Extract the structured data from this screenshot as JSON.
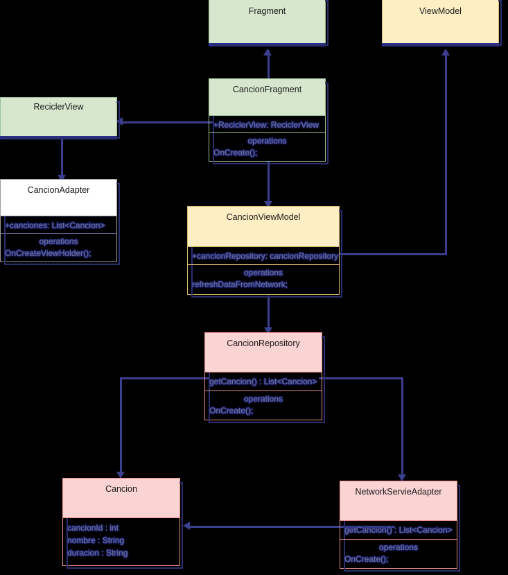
{
  "diagram": {
    "type": "uml-class-diagram",
    "background_color": "#000000",
    "connector_color": "#3b3f8f",
    "palette": {
      "green_fill": "#d6e7cd",
      "green_border": "#9ec49a",
      "yellow_fill": "#fdeec4",
      "yellow_border": "#d9b96b",
      "pink_fill": "#fad3d3",
      "pink_border": "#e98f8f",
      "white_fill": "#ffffff",
      "member_text": "#6a7082"
    }
  },
  "classes": {
    "fragment": {
      "name": "Fragment",
      "attributes": [],
      "operations": []
    },
    "view_model": {
      "name": "ViewModel",
      "attributes": [],
      "operations": []
    },
    "recicler_view": {
      "name": "ReciclerView",
      "attributes": [],
      "operations": []
    },
    "cancion_fragment": {
      "name": "CancionFragment",
      "attributes": [
        "+ReciclerView: ReciclerView"
      ],
      "operations_label": "operations",
      "operations": [
        "OnCreate();"
      ]
    },
    "cancion_adapter": {
      "name": "CancionAdapter",
      "attributes": [
        "+canciones: List<Cancion>"
      ],
      "operations_label": "operations",
      "operations": [
        "OnCreateViewHolder();"
      ]
    },
    "cancion_view_model": {
      "name": "CancionViewModel",
      "attributes": [
        "+cancionRepository: cancionRepository"
      ],
      "operations_label": "operations",
      "operations": [
        "refreshDataFromNetwork;"
      ]
    },
    "cancion_repository": {
      "name": "CancionRepository",
      "attributes": [
        "getCancion() : List<Cancion>"
      ],
      "operations_label": "operations",
      "operations": [
        "OnCreate();"
      ]
    },
    "cancion": {
      "name": "Cancion",
      "attributes": [
        "cancionId : int",
        "nombre : String",
        "duracion : String"
      ],
      "operations": []
    },
    "network_servie_adapter": {
      "name": "NetworkServieAdapter",
      "attributes": [
        "getCancion() : List<Cancion>"
      ],
      "operations_label": "operations",
      "operations": [
        "OnCreate();"
      ]
    }
  },
  "relationships": [
    {
      "from": "CancionFragment",
      "to": "Fragment",
      "kind": "generalization",
      "direction": "up"
    },
    {
      "from": "CancionViewModel",
      "to": "ViewModel",
      "kind": "generalization",
      "direction": "up"
    },
    {
      "from": "CancionFragment",
      "to": "ReciclerView",
      "kind": "association",
      "direction": "left"
    },
    {
      "from": "ReciclerView",
      "to": "CancionAdapter",
      "kind": "association",
      "direction": "down"
    },
    {
      "from": "CancionFragment",
      "to": "CancionViewModel",
      "kind": "association",
      "direction": "down"
    },
    {
      "from": "CancionViewModel",
      "to": "CancionRepository",
      "kind": "association",
      "direction": "down"
    },
    {
      "from": "CancionRepository",
      "to": "Cancion",
      "kind": "association",
      "direction": "down"
    },
    {
      "from": "CancionRepository",
      "to": "NetworkServieAdapter",
      "kind": "association",
      "direction": "down"
    },
    {
      "from": "NetworkServieAdapter",
      "to": "Cancion",
      "kind": "association",
      "direction": "left"
    }
  ]
}
